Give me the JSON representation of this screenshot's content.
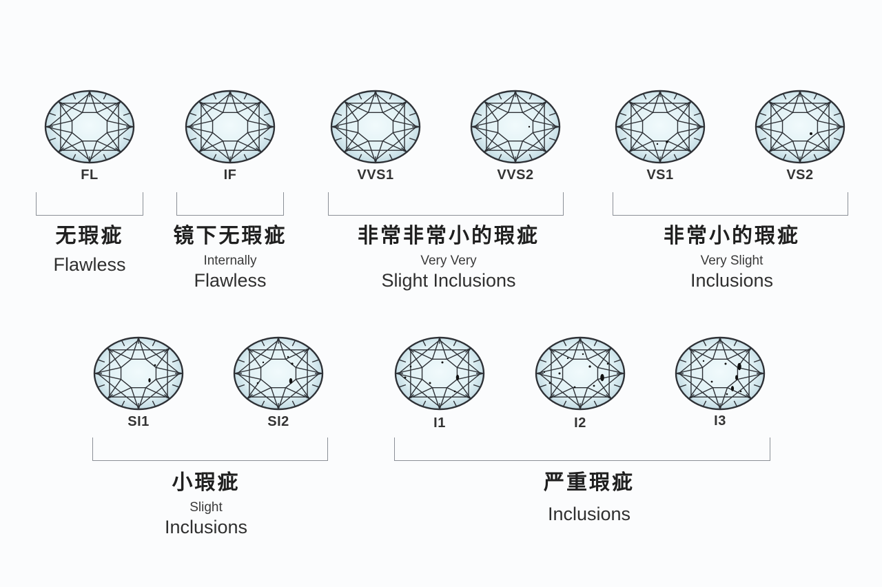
{
  "top_row": {
    "grades": [
      {
        "code": "FL"
      },
      {
        "code": "IF"
      },
      {
        "code": "VVS1"
      },
      {
        "code": "VVS2"
      },
      {
        "code": "VS1"
      },
      {
        "code": "VS2"
      }
    ],
    "groups": [
      {
        "zh": "无瑕疵",
        "sub": "",
        "en": "Flawless"
      },
      {
        "zh": "镜下无瑕疵",
        "sub": "Internally",
        "en": "Flawless"
      },
      {
        "zh": "非常非常小的瑕疵",
        "sub": "Very Very",
        "en": "Slight Inclusions"
      },
      {
        "zh": "非常小的瑕疵",
        "sub": "Very Slight",
        "en": "Inclusions"
      }
    ]
  },
  "bottom_row": {
    "grades": [
      {
        "code": "SI1"
      },
      {
        "code": "SI2"
      },
      {
        "code": "I1"
      },
      {
        "code": "I2"
      },
      {
        "code": "I3"
      }
    ],
    "groups": [
      {
        "zh": "小瑕疵",
        "sub": "Slight",
        "en": "Inclusions"
      },
      {
        "zh": "严重瑕疵",
        "sub": "",
        "en": "Inclusions"
      }
    ]
  },
  "colors": {
    "gem_fill": "#dff0f4",
    "gem_center": "#f1fafc",
    "gem_edge": "#bcd6df",
    "facet_line": "#2e3136",
    "bracket_line": "#8a8f96"
  }
}
